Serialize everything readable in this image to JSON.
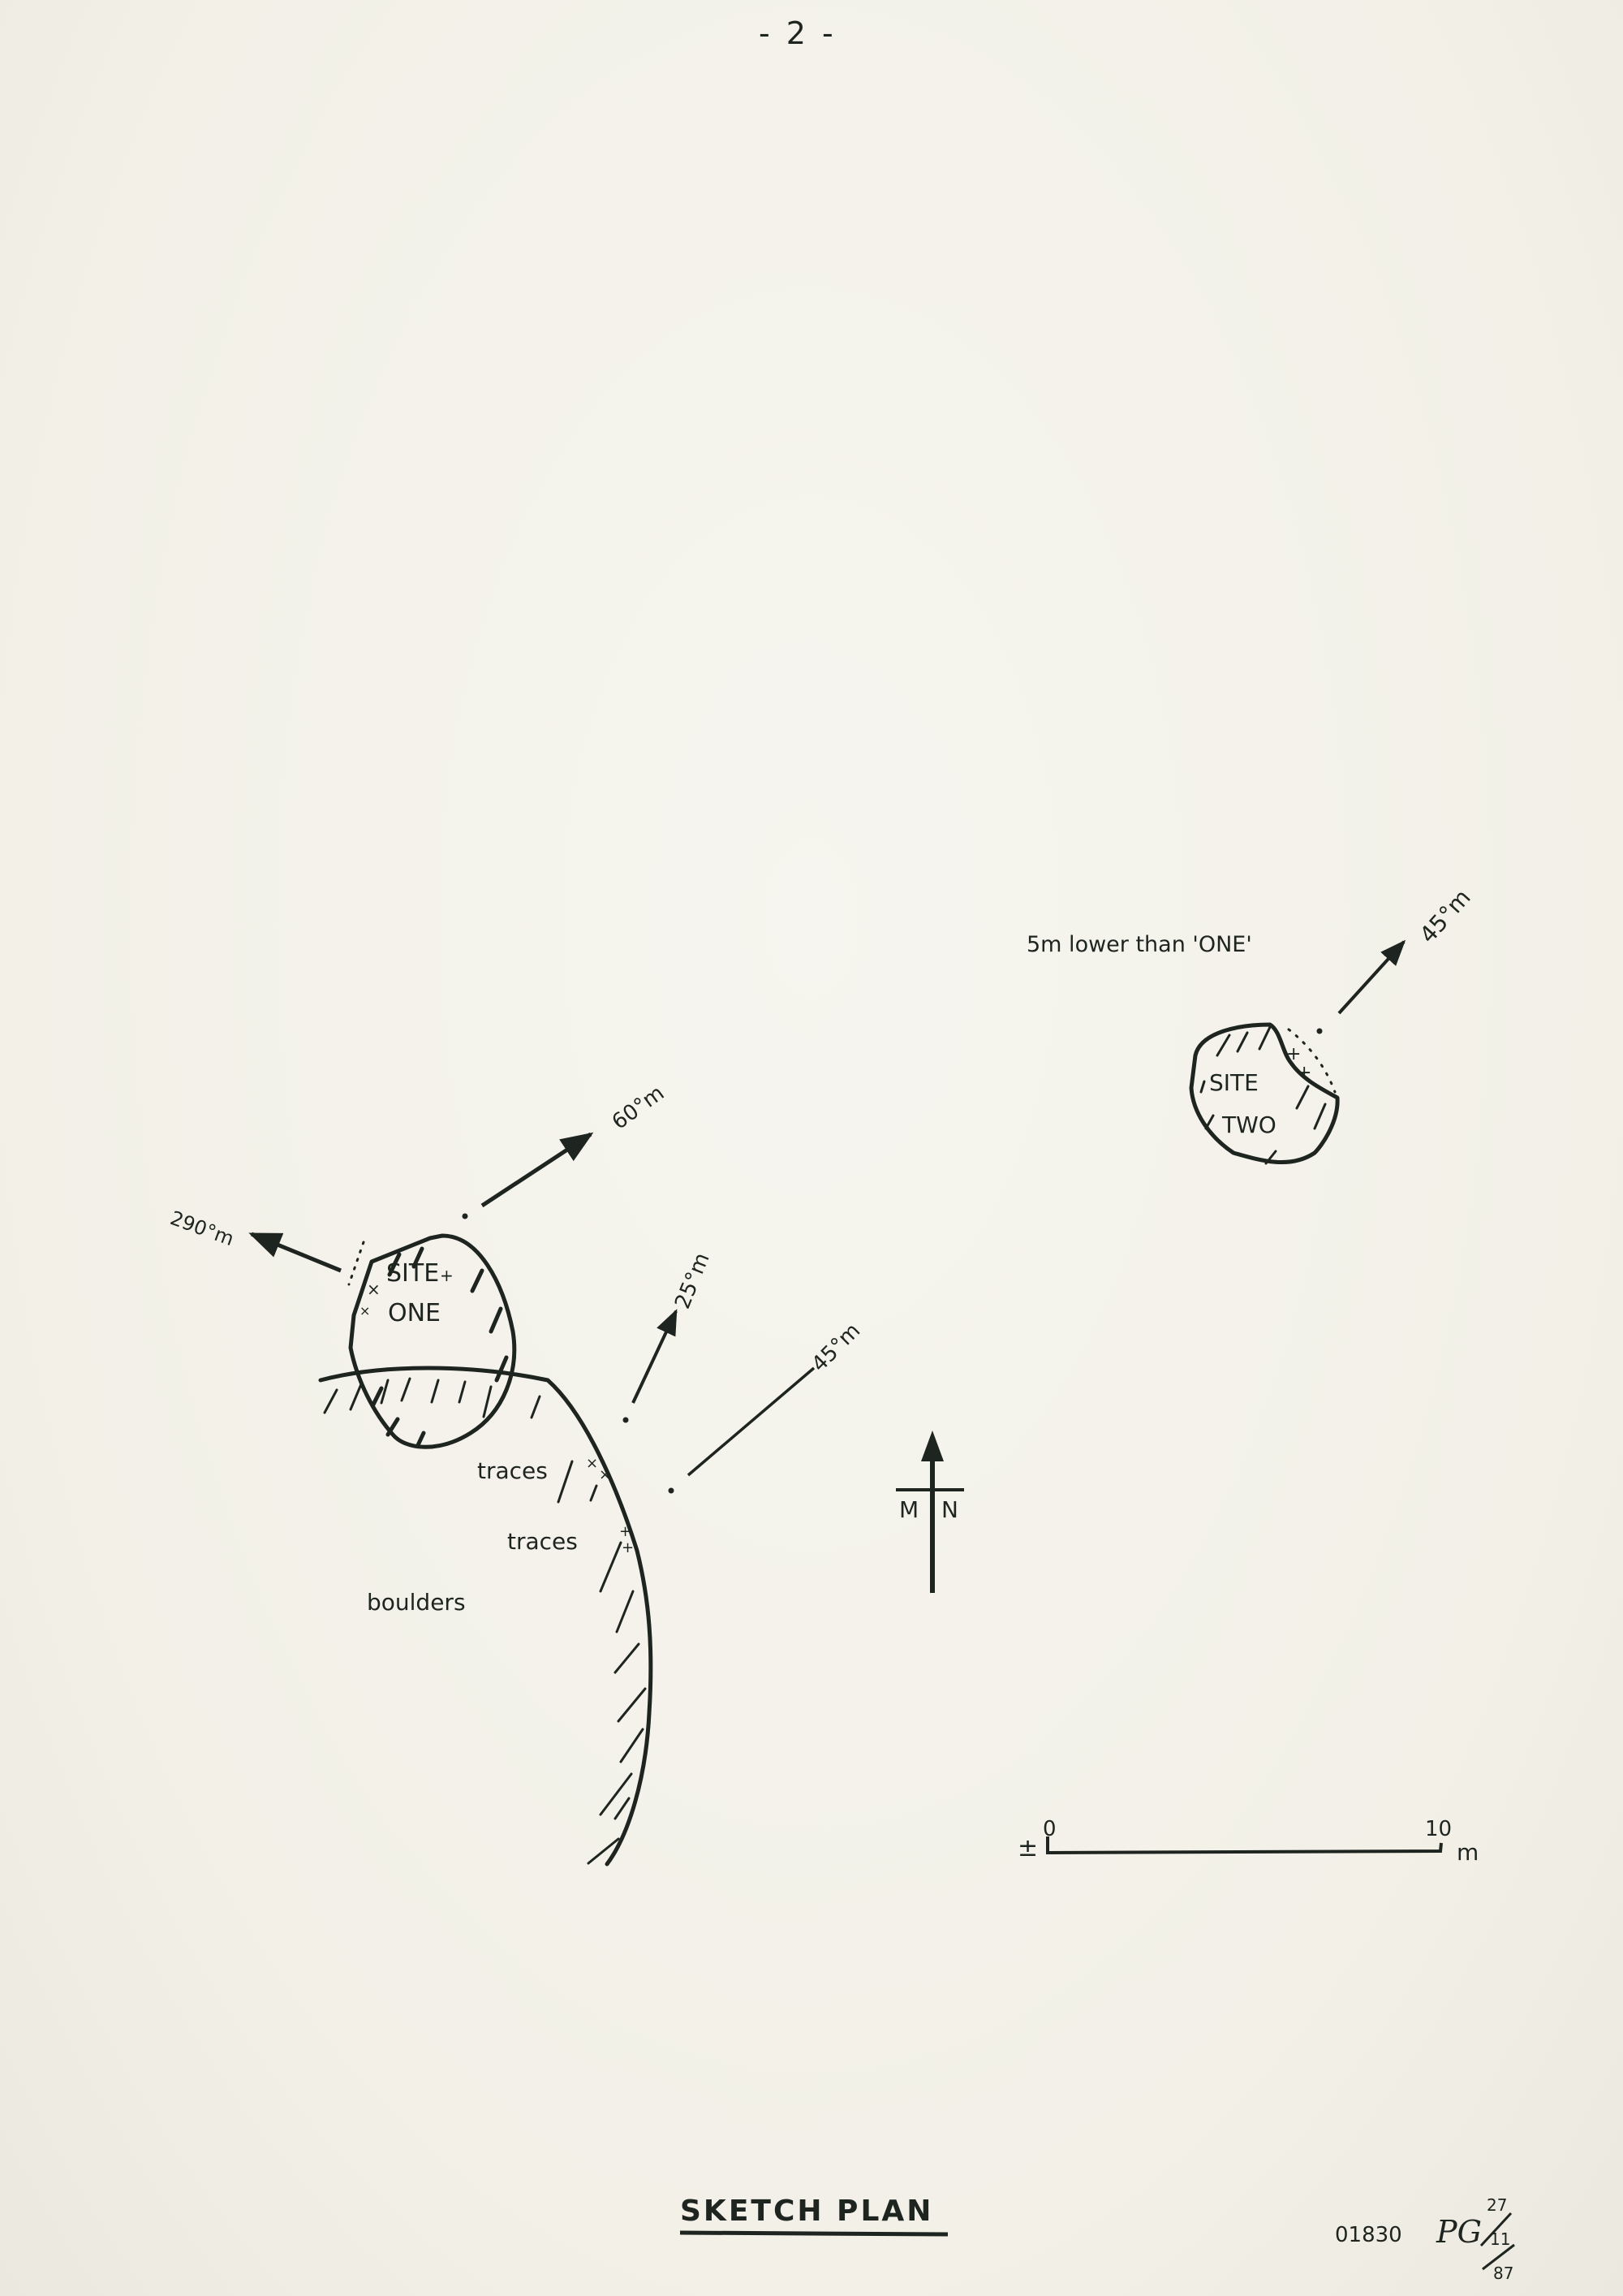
{
  "page": {
    "number_label": "- 2 -",
    "title": "SKETCH PLAN",
    "reference_number": "01830",
    "initials": "PG",
    "date": {
      "day": "27",
      "month": "11",
      "year": "87"
    }
  },
  "sites": [
    {
      "id": "one",
      "label_line1": "SITE",
      "label_line2": "ONE"
    },
    {
      "id": "two",
      "label_line1": "SITE",
      "label_line2": "TWO",
      "note": "5m lower than 'ONE'"
    }
  ],
  "bearings": [
    {
      "id": "site-one-290",
      "label": "290°m"
    },
    {
      "id": "site-one-60",
      "label": "60°m"
    },
    {
      "id": "cliff-25",
      "label": "25°m"
    },
    {
      "id": "cliff-45",
      "label": "45°m"
    },
    {
      "id": "site-two-45",
      "label": "45°m"
    }
  ],
  "annotations": {
    "traces_1": "traces",
    "traces_2": "traces",
    "boulders": "boulders"
  },
  "north_arrow": {
    "left_label": "M",
    "right_label": "N"
  },
  "scale_bar": {
    "start": "0",
    "end": "10",
    "unit": "m",
    "prefix": "±"
  },
  "colors": {
    "paper": "#f4f2ea",
    "ink": "#1e241f"
  }
}
